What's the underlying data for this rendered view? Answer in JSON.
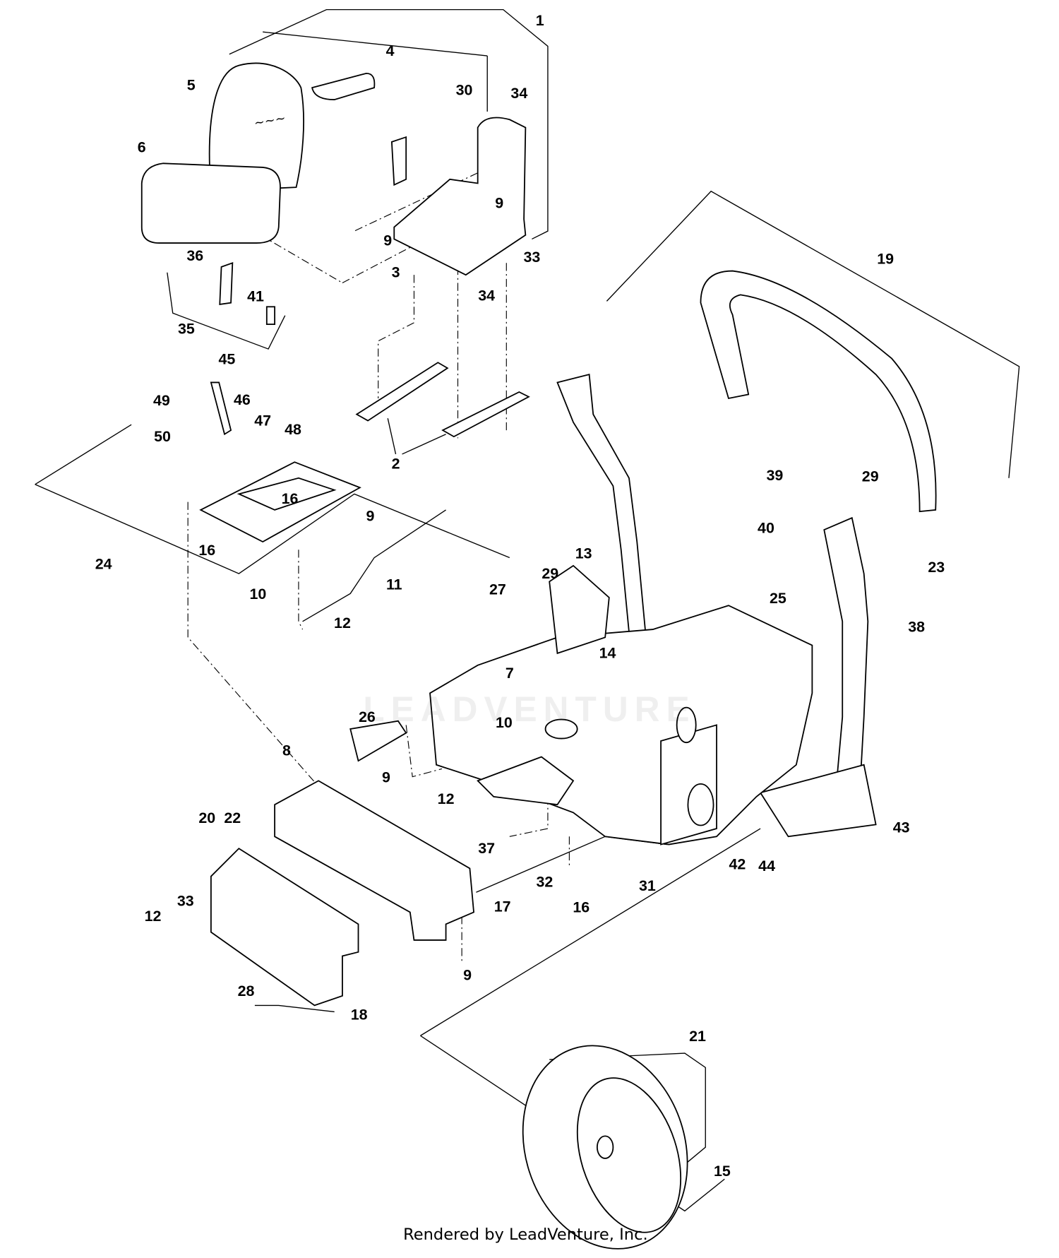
{
  "diagram": {
    "callouts": [
      "1",
      "4",
      "5",
      "30",
      "34",
      "6",
      "9",
      "9",
      "36",
      "3",
      "33",
      "34",
      "19",
      "41",
      "35",
      "45",
      "49",
      "46",
      "47",
      "48",
      "50",
      "2",
      "39",
      "29",
      "16",
      "9",
      "40",
      "13",
      "24",
      "16",
      "23",
      "11",
      "27",
      "29",
      "25",
      "10",
      "12",
      "38",
      "14",
      "7",
      "26",
      "10",
      "8",
      "9",
      "12",
      "20",
      "22",
      "37",
      "43",
      "42",
      "44",
      "32",
      "31",
      "16",
      "17",
      "12",
      "33",
      "9",
      "28",
      "18",
      "21",
      "15"
    ],
    "watermark": "LEADVENTURE",
    "footer": "Rendered by LeadVenture, Inc."
  }
}
